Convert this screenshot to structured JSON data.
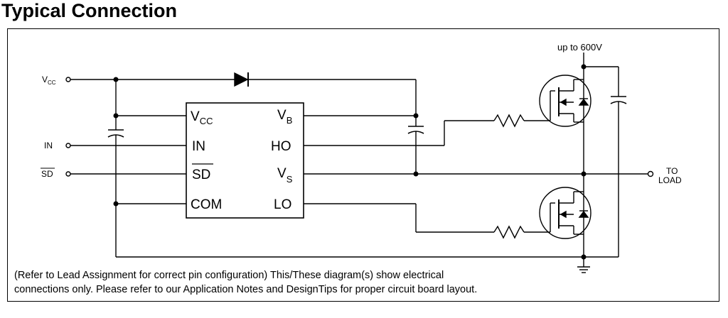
{
  "header": {
    "title": "Typical Connection"
  },
  "diagram": {
    "inputs": {
      "vcc": {
        "main": "V",
        "sub": "CC"
      },
      "in": "IN",
      "sd": "SD"
    },
    "chip": {
      "pin_vcc": {
        "main": "V",
        "sub": "CC"
      },
      "pin_in": "IN",
      "pin_sd": "SD",
      "pin_com": "COM",
      "pin_vb": {
        "main": "V",
        "sub": "B"
      },
      "pin_ho": "HO",
      "pin_vs": {
        "main": "V",
        "sub": "S"
      },
      "pin_lo": "LO"
    },
    "supply_label": "up to 600V",
    "load_label": {
      "line1": "TO",
      "line2": "LOAD"
    }
  },
  "footer": {
    "line1": "(Refer to Lead Assignment for correct pin configuration) This/These diagram(s) show electrical",
    "line2": "connections only.  Please refer to our Application Notes and DesignTips for proper circuit board layout."
  }
}
